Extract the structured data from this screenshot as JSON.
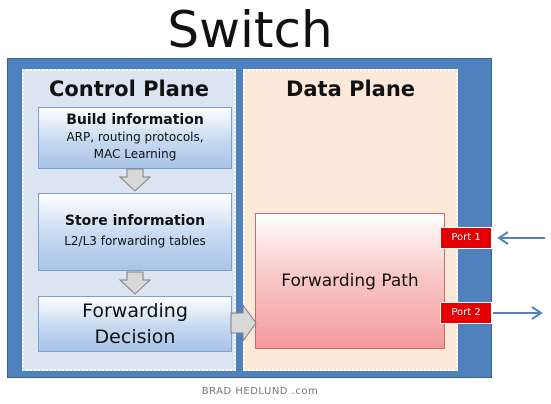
{
  "title": "Switch",
  "control_plane": {
    "title": "Control Plane",
    "build": {
      "title": "Build information",
      "lines": [
        "ARP, routing protocols,",
        "MAC Learning"
      ]
    },
    "store": {
      "title": "Store information",
      "lines": [
        "L2/L3 forwarding tables"
      ]
    },
    "forward": {
      "lines": [
        "Forwarding",
        "Decision"
      ]
    }
  },
  "data_plane": {
    "title": "Data Plane",
    "forwarding_path": "Forwarding Path"
  },
  "ports": [
    "Port 1",
    "Port 2"
  ],
  "footer": "BRAD HEDLUND .com",
  "colors": {
    "switch_bg": "#4f81bd",
    "control_plane_bg": "#dbe5f1",
    "data_plane_bg": "#fde9d9",
    "port_bg": "#e30000",
    "arrow": "#4f81bd"
  }
}
